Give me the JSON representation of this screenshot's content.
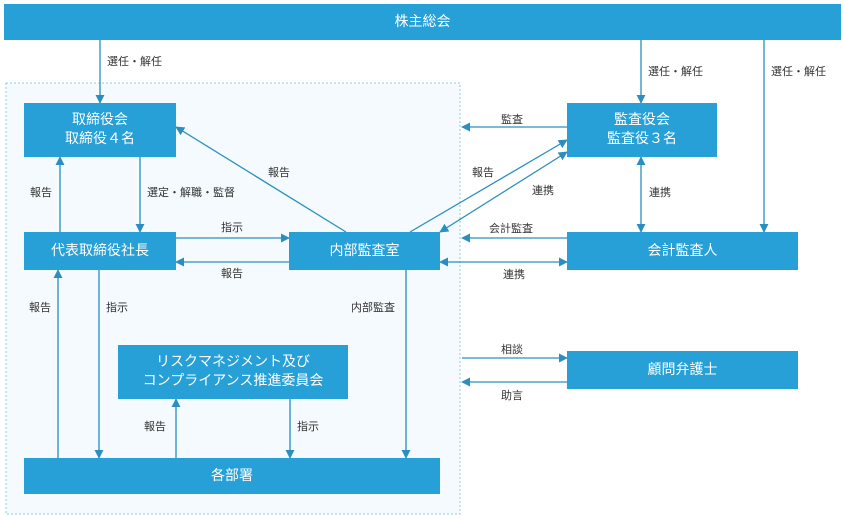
{
  "nodes": {
    "shareholders": "株主総会",
    "board": [
      "取締役会",
      "取締役４名"
    ],
    "auditors": [
      "監査役会",
      "監査役３名"
    ],
    "president": "代表取締役社長",
    "internal_audit": "内部監査室",
    "accounting_auditor": "会計監査人",
    "risk_committee": [
      "リスクマネジメント及び",
      "コンプライアンス推進委員会"
    ],
    "legal_counsel": "顧問弁護士",
    "departments": "各部署"
  },
  "labels": {
    "elect_board": "選任・解任",
    "elect_auditors": "選任・解任",
    "elect_accounting": "選任・解任",
    "audit": "監査",
    "report_internal_to_board": "報告",
    "report_internal_to_auditors": "報告",
    "cooperate_auditors_internal": "連携",
    "cooperate_auditors_accounting": "連携",
    "report_president_to_board": "報告",
    "select_dismiss_supervise": "選定・解職・監督",
    "instruct_president_internal": "指示",
    "report_internal_president": "報告",
    "accounting_audit": "会計監査",
    "cooperate_internal_accounting": "連携",
    "report_departments_president": "報告",
    "instruct_president_departments": "指示",
    "internal_audit_departments": "内部監査",
    "consult": "相談",
    "advice": "助言",
    "report_departments_committee": "報告",
    "instruct_committee_departments": "指示"
  },
  "colors": {
    "box": "#26a0d6",
    "line": "#2a8fc0",
    "text": "#333333",
    "frame": "#8ec9e6",
    "frame_bg": "#f4fafd"
  }
}
